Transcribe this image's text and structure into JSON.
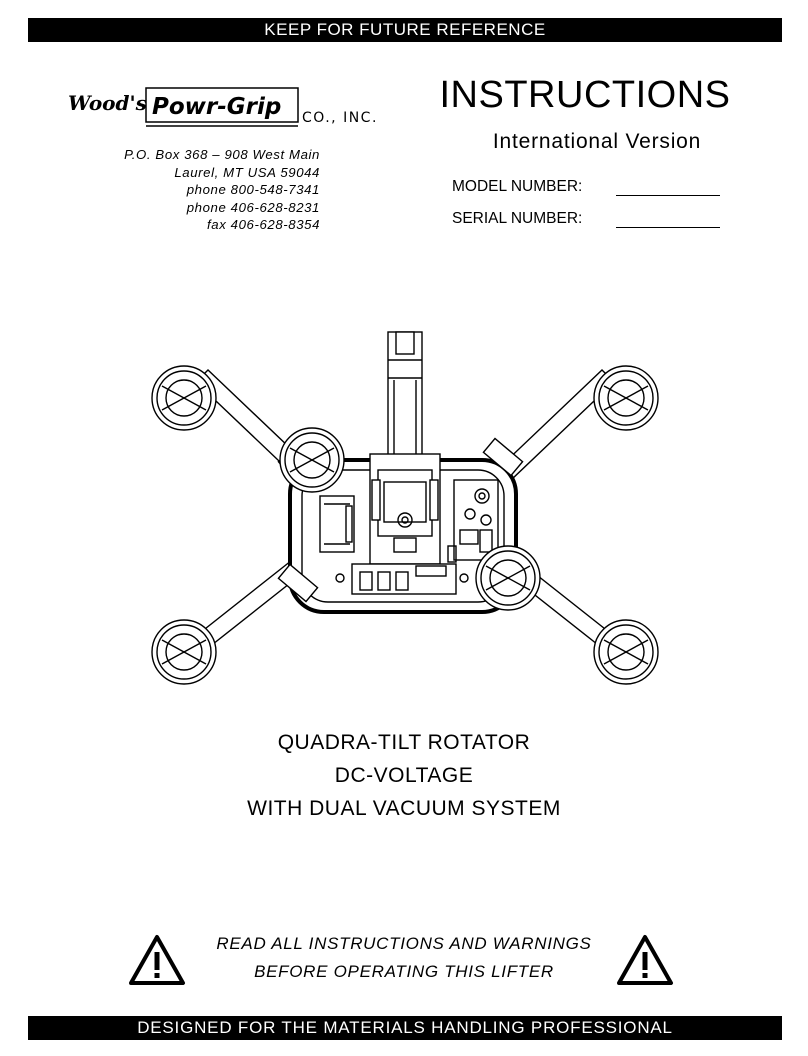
{
  "header": {
    "banner": "KEEP FOR FUTURE REFERENCE"
  },
  "logo": {
    "script_text": "Wood's",
    "brand": "Powr-Grip",
    "suffix": "CO., INC."
  },
  "address": [
    "P.O. Box 368 – 908 West Main",
    "Laurel, MT  USA  59044",
    "phone  800-548-7341",
    "phone  406-628-8231",
    "fax  406-628-8354"
  ],
  "title": "INSTRUCTIONS",
  "subtitle": "International Version",
  "fields": {
    "model_label": "MODEL NUMBER:",
    "serial_label": "SERIAL NUMBER:"
  },
  "product": {
    "line1": "QUADRA-TILT ROTATOR",
    "line2": "DC-VOLTAGE",
    "line3": "WITH DUAL VACUUM SYSTEM"
  },
  "warning": {
    "line1": "READ ALL INSTRUCTIONS AND WARNINGS",
    "line2": "BEFORE OPERATING THIS LIFTER",
    "icon": "warning-triangle-icon"
  },
  "footer": {
    "banner": "DESIGNED FOR THE MATERIALS HANDLING PROFESSIONAL"
  }
}
